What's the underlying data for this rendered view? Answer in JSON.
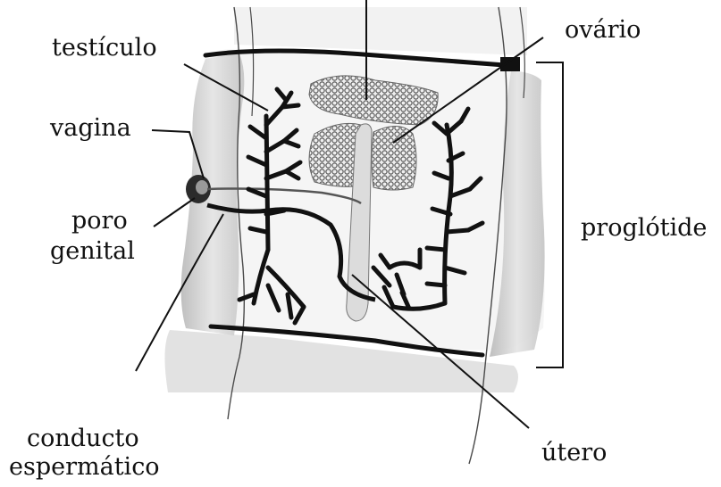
{
  "labels": {
    "testiculo": "testículo",
    "vagina": "vagina",
    "poro": "poro",
    "genital": "genital",
    "conducto": "conducto",
    "espermatico": "espermático",
    "ovario": "ovário",
    "proglotide": "proglótide",
    "utero": "útero"
  },
  "colors": {
    "ink": "#111111",
    "tissue_fill": "#d9d9d9",
    "tissue_shade": "#bdbdbd",
    "segment_fill": "#f4f4f4",
    "ovary_dots": "#8a8a8a"
  }
}
